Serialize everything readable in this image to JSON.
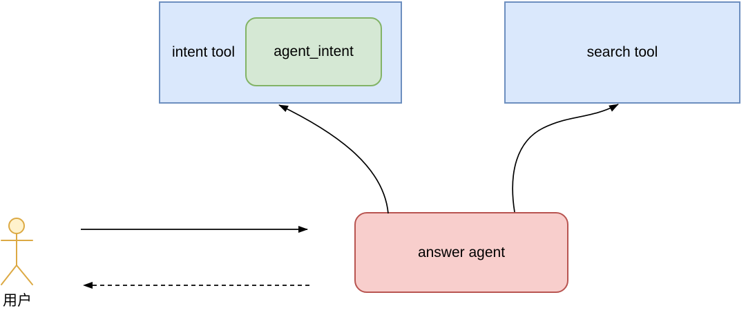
{
  "diagram": {
    "background": "#ffffff",
    "text_color": "#000000",
    "edge_color": "#000000",
    "nodes": {
      "intent_tool": {
        "label": "intent tool",
        "fill": "#dae8fc",
        "stroke": "#6c8ebf",
        "shape": "rectangle"
      },
      "agent_intent": {
        "label": "agent_intent",
        "fill": "#d5e8d4",
        "stroke": "#82b366",
        "shape": "rounded-rectangle"
      },
      "search_tool": {
        "label": "search tool",
        "fill": "#dae8fc",
        "stroke": "#6c8ebf",
        "shape": "rectangle"
      },
      "answer_agent": {
        "label": "answer agent",
        "fill": "#f8cecc",
        "stroke": "#b85450",
        "shape": "rounded-rectangle"
      },
      "user": {
        "label": "用户",
        "stroke": "#dca943",
        "head_fill": "#fff2cc",
        "shape": "stick-figure-actor"
      }
    },
    "edges": {
      "user_to_answer_agent": {
        "style": "solid",
        "arrow": "right",
        "from": "user",
        "to": "answer agent"
      },
      "answer_agent_to_user": {
        "style": "dashed",
        "arrow": "left",
        "from": "answer agent",
        "to": "user"
      },
      "answer_agent_to_intent_tool": {
        "style": "solid-curved",
        "arrow": "end",
        "from": "answer agent",
        "to": "intent tool"
      },
      "answer_agent_to_search_tool": {
        "style": "solid-curved",
        "arrow": "end",
        "from": "answer agent",
        "to": "search tool"
      }
    }
  }
}
